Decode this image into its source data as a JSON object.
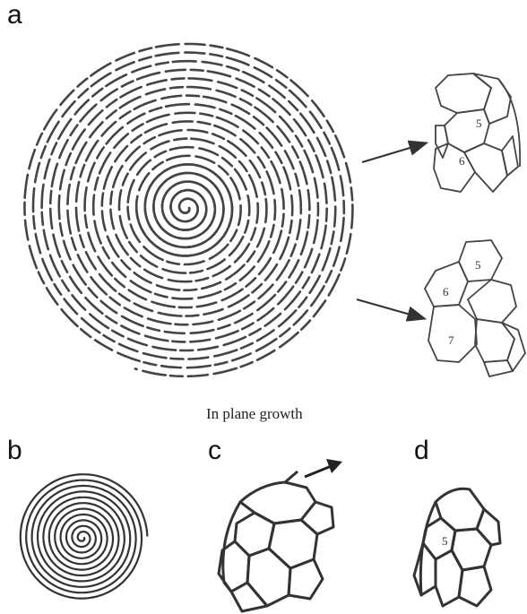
{
  "panels": {
    "a": {
      "label": "a"
    },
    "b": {
      "label": "b"
    },
    "c": {
      "label": "c"
    },
    "d": {
      "label": "d"
    }
  },
  "caption": "In plane growth",
  "cluster_top": {
    "numbers": [
      "5",
      "6"
    ]
  },
  "cluster_bottom": {
    "numbers": [
      "5",
      "6",
      "7"
    ]
  },
  "cluster_d": {
    "numbers": [
      "5"
    ]
  }
}
